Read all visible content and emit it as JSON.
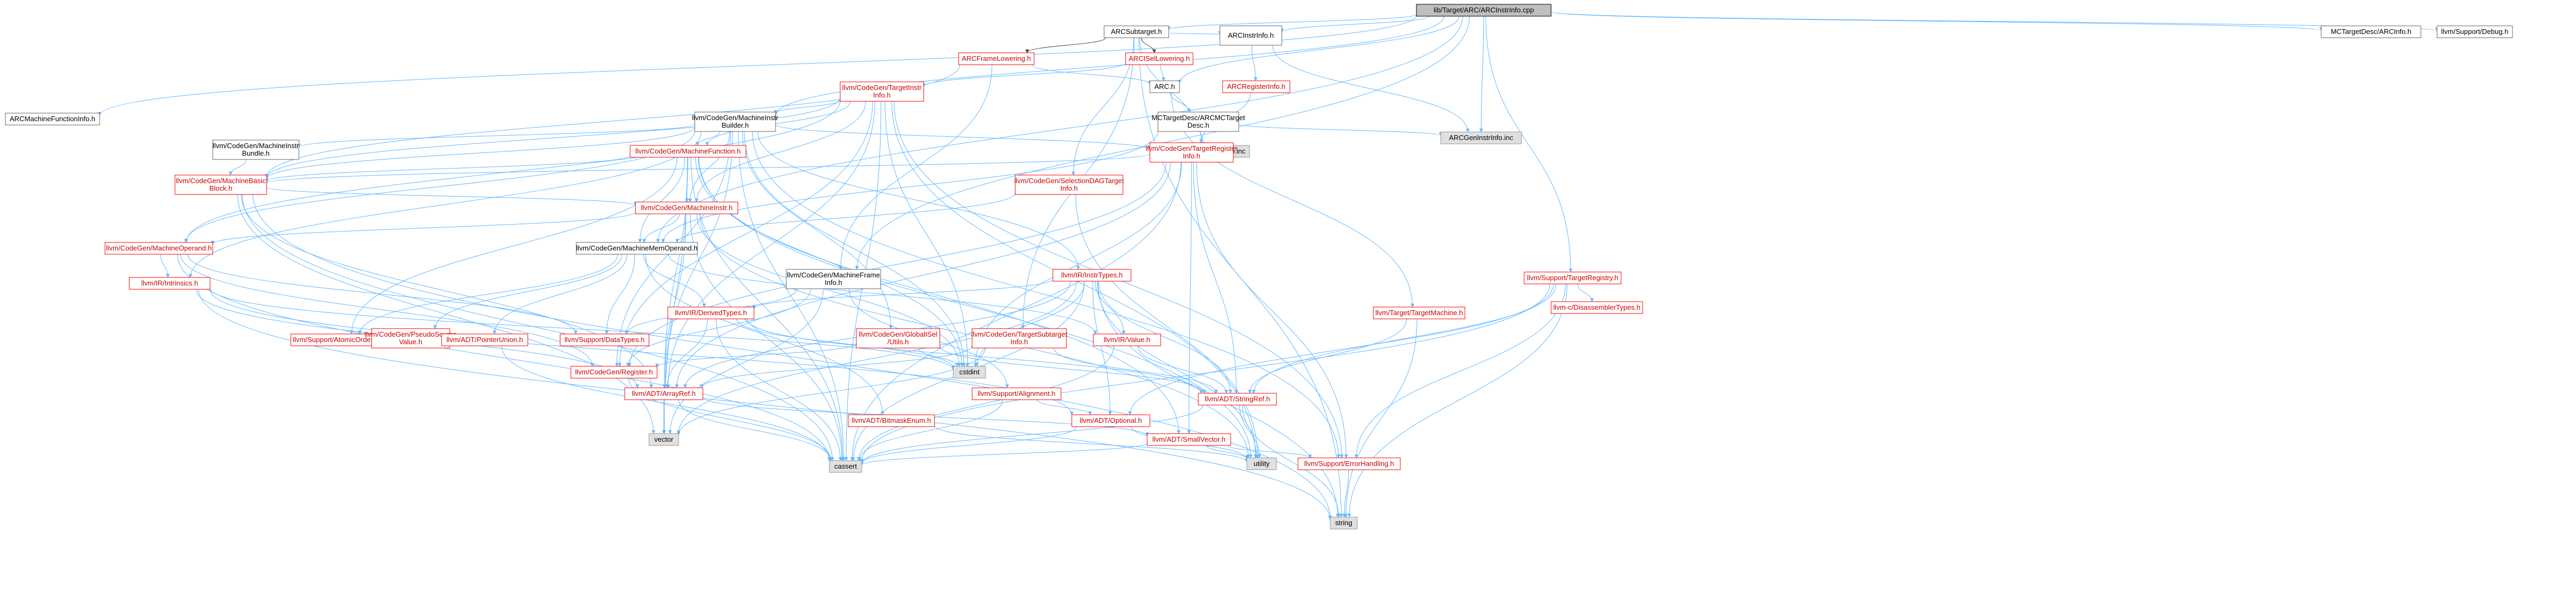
{
  "colors": {
    "root_fill": "#bfbfbf",
    "root_stroke": "#000000",
    "normal_fill": "#ffffff",
    "normal_stroke": "#666666",
    "normal_text": "#000000",
    "red_stroke": "#ff0000",
    "red_text": "#cc0000",
    "gray_fill": "#e0e0e0",
    "gray_stroke": "#999999",
    "edge_blue": "#63b8ff",
    "edge_dark": "#404040"
  },
  "nodes": [
    {
      "id": "root",
      "label": [
        "lib/Target/ARC/ARCInstrInfo.cpp"
      ],
      "kind": "root"
    },
    {
      "id": "arcsubtarget",
      "label": [
        "ARCSubtarget.h"
      ],
      "kind": "normal"
    },
    {
      "id": "arcinstrinfo",
      "label": [
        "ARCInstrInfo.h"
      ],
      "kind": "normal"
    },
    {
      "id": "arcmfi",
      "label": [
        "ARCMachineFunctionInfo.h"
      ],
      "kind": "normal"
    },
    {
      "id": "mctargetdesc",
      "label": [
        "MCTargetDesc/ARCInfo.h"
      ],
      "kind": "normal"
    },
    {
      "id": "debug",
      "label": [
        "llvm/Support/Debug.h"
      ],
      "kind": "normal"
    },
    {
      "id": "arcframelowering",
      "label": [
        "ARCFrameLowering.h"
      ],
      "kind": "red"
    },
    {
      "id": "arciselowering",
      "label": [
        "ARCISelLowering.h"
      ],
      "kind": "red"
    },
    {
      "id": "arch",
      "label": [
        "ARC.h"
      ],
      "kind": "normal"
    },
    {
      "id": "arcreginfo",
      "label": [
        "ARCRegisterInfo.h"
      ],
      "kind": "red"
    },
    {
      "id": "targetinstrinfo",
      "label": [
        "llvm/CodeGen/TargetInstr",
        "Info.h"
      ],
      "kind": "red"
    },
    {
      "id": "mibuilder",
      "label": [
        "llvm/CodeGen/MachineInstr",
        "Builder.h"
      ],
      "kind": "normal"
    },
    {
      "id": "mcarcmctargetdesc",
      "label": [
        "MCTargetDesc/ARCMCTarget",
        "Desc.h"
      ],
      "kind": "normal"
    },
    {
      "id": "arcgeninstrinfo",
      "label": [
        "ARCGenInstrInfo.inc"
      ],
      "kind": "gray"
    },
    {
      "id": "arcgensubtargetinfo",
      "label": [
        "ARCGenSubtargetInfo.inc"
      ],
      "kind": "gray"
    },
    {
      "id": "mibundle",
      "label": [
        "llvm/CodeGen/MachineInstr",
        "Bundle.h"
      ],
      "kind": "normal"
    },
    {
      "id": "machinefunction",
      "label": [
        "llvm/CodeGen/MachineFunction.h"
      ],
      "kind": "red"
    },
    {
      "id": "targetreginfo",
      "label": [
        "llvm/CodeGen/TargetRegister",
        "Info.h"
      ],
      "kind": "red"
    },
    {
      "id": "mbb",
      "label": [
        "llvm/CodeGen/MachineBasic",
        "Block.h"
      ],
      "kind": "red"
    },
    {
      "id": "machineinstr",
      "label": [
        "llvm/CodeGen/MachineInstr.h"
      ],
      "kind": "red"
    },
    {
      "id": "seldagti",
      "label": [
        "llvm/CodeGen/SelectionDAGTarget",
        "Info.h"
      ],
      "kind": "red"
    },
    {
      "id": "targetmachine",
      "label": [
        "llvm/Target/TargetMachine.h"
      ],
      "kind": "red"
    },
    {
      "id": "targetregistry",
      "label": [
        "llvm/Support/TargetRegistry.h"
      ],
      "kind": "red"
    },
    {
      "id": "machineoperand",
      "label": [
        "llvm/CodeGen/MachineOperand.h"
      ],
      "kind": "red"
    },
    {
      "id": "mmo",
      "label": [
        "llvm/CodeGen/MachineMemOperand.h"
      ],
      "kind": "normal"
    },
    {
      "id": "mfi",
      "label": [
        "llvm/CodeGen/MachineFrame",
        "Info.h"
      ],
      "kind": "normal"
    },
    {
      "id": "intrinsics",
      "label": [
        "llvm/IR/Intrinsics.h"
      ],
      "kind": "red"
    },
    {
      "id": "instrtypes",
      "label": [
        "llvm/IR/InstrTypes.h"
      ],
      "kind": "red"
    },
    {
      "id": "atomicordering",
      "label": [
        "llvm/Support/AtomicOrdering.h"
      ],
      "kind": "red"
    },
    {
      "id": "pseudosource",
      "label": [
        "llvm/CodeGen/PseudoSource",
        "Value.h"
      ],
      "kind": "red"
    },
    {
      "id": "pointerunion",
      "label": [
        "llvm/ADT/PointerUnion.h"
      ],
      "kind": "red"
    },
    {
      "id": "derivedtypes",
      "label": [
        "llvm/IR/DerivedTypes.h"
      ],
      "kind": "red"
    },
    {
      "id": "datatypes",
      "label": [
        "llvm/Support/DataTypes.h"
      ],
      "kind": "red"
    },
    {
      "id": "globalisel",
      "label": [
        "llvm/CodeGen/GlobalISel",
        "/Utils.h"
      ],
      "kind": "red"
    },
    {
      "id": "tsi",
      "label": [
        "llvm/CodeGen/TargetSubtarget",
        "Info.h"
      ],
      "kind": "red"
    },
    {
      "id": "irvalue",
      "label": [
        "llvm/IR/Value.h"
      ],
      "kind": "red"
    },
    {
      "id": "cstdint",
      "label": [
        "cstdint"
      ],
      "kind": "gray"
    },
    {
      "id": "register",
      "label": [
        "llvm/CodeGen/Register.h"
      ],
      "kind": "red"
    },
    {
      "id": "arrayref",
      "label": [
        "llvm/ADT/ArrayRef.h"
      ],
      "kind": "red"
    },
    {
      "id": "alignment",
      "label": [
        "llvm/Support/Alignment.h"
      ],
      "kind": "red"
    },
    {
      "id": "stringref",
      "label": [
        "llvm/ADT/StringRef.h"
      ],
      "kind": "red"
    },
    {
      "id": "disasm",
      "label": [
        "llvm-c/DisassemblerTypes.h"
      ],
      "kind": "red"
    },
    {
      "id": "bitmaskenum",
      "label": [
        "llvm/ADT/BitmaskEnum.h"
      ],
      "kind": "red"
    },
    {
      "id": "optional",
      "label": [
        "llvm/ADT/Optional.h"
      ],
      "kind": "red"
    },
    {
      "id": "smallvector",
      "label": [
        "llvm/ADT/SmallVector.h"
      ],
      "kind": "red"
    },
    {
      "id": "vector",
      "label": [
        "vector"
      ],
      "kind": "gray"
    },
    {
      "id": "cassert",
      "label": [
        "cassert"
      ],
      "kind": "gray"
    },
    {
      "id": "utility",
      "label": [
        "utility"
      ],
      "kind": "gray"
    },
    {
      "id": "errorhandling",
      "label": [
        "llvm/Support/ErrorHandling.h"
      ],
      "kind": "red"
    },
    {
      "id": "string",
      "label": [
        "string"
      ],
      "kind": "gray"
    }
  ]
}
